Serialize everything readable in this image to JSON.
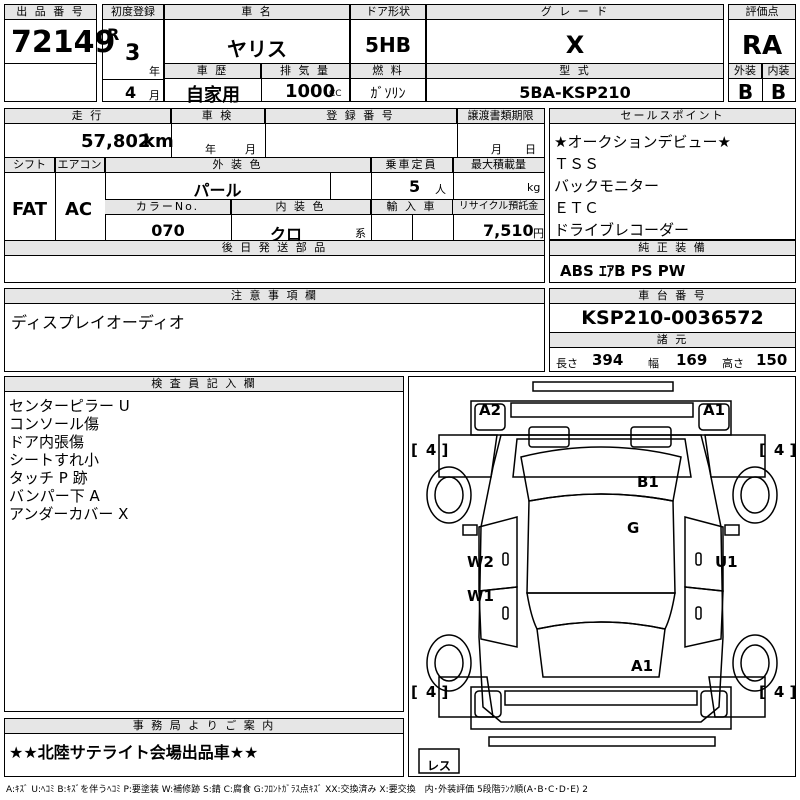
{
  "header": {
    "lot_label": "出 品 番 号",
    "lot_number": "72149",
    "first_reg_label": "初度登録",
    "era": "R",
    "year": "3",
    "year_unit": "年",
    "month": "4",
    "month_unit": "月",
    "name_label": "車 名",
    "car_name": "ヤリス",
    "history_label": "車 歴",
    "history": "自家用",
    "displacement_label": "排 気 量",
    "displacement": "1000",
    "displacement_unit": "CC",
    "door_label": "ドア形状",
    "door": "5HB",
    "fuel_label": "燃 料",
    "fuel": "ｶﾞｿﾘﾝ",
    "grade_label": "グ レ ー ド",
    "grade": "X",
    "model_label": "型 式",
    "model": "5BA-KSP210",
    "score_label": "評価点",
    "score": "RA",
    "ext_label": "外装",
    "ext": "B",
    "int_label": "内装",
    "int": "B"
  },
  "row2": {
    "mileage_label": "走 行",
    "mileage": "57,802",
    "mileage_unit": "km",
    "inspection_label": "車 検",
    "insp_year_unit": "年",
    "insp_month_unit": "月",
    "plate_label": "登 録 番 号",
    "deadline_label": "譲渡書類期限",
    "deadline_month_unit": "月",
    "deadline_day_unit": "日",
    "sales_label": "セールスポイント",
    "sales_points": [
      "★オークションデビュー★",
      "ＴＳＳ",
      "バックモニター",
      "ＥＴＣ",
      "ドライブレコーダー"
    ]
  },
  "row3": {
    "shift_label": "シフト",
    "shift": "FAT",
    "ac_label": "エアコン",
    "ac": "AC",
    "color_label": "外 装 色",
    "color": "パール",
    "capacity_label": "乗車定員",
    "capacity": "5",
    "capacity_unit": "人",
    "load_label": "最大積載量",
    "load_unit": "kg",
    "colorno_label": "カラーNo.",
    "colorno": "070",
    "intcolor_label": "内 装 色",
    "intcolor": "クロ",
    "intcolor_unit": "系",
    "import_label": "輸 入 車",
    "recycle_label": "リサイクル預託金",
    "recycle": "7,510",
    "recycle_unit": "円",
    "later_label": "後 日 発 送 部 品"
  },
  "equipment": {
    "label": "純 正 装 備",
    "items": "ABS ｴｱB PS PW"
  },
  "notes": {
    "label": "注 意 事 項 欄",
    "text": "ディスプレイオーディオ"
  },
  "chassis": {
    "label": "車 台 番 号",
    "number": "KSP210-0036572",
    "dims_label": "諸 元",
    "length_label": "長さ",
    "length": "394",
    "width_label": "幅",
    "width": "169",
    "height_label": "高さ",
    "height": "150"
  },
  "inspector": {
    "label": "検 査 員 記 入 欄",
    "lines": [
      "センターピラー U",
      "コンソール傷",
      "ドア内張傷",
      "シートすれ小",
      "タッチ P 跡",
      "バンパー下 A",
      "アンダーカバー X"
    ]
  },
  "diagram": {
    "marks": {
      "A2": "A2",
      "A1_front": "A1",
      "B1": "B1",
      "G": "G",
      "W2": "W2",
      "U1": "U1",
      "W1": "W1",
      "A1_rear": "A1"
    },
    "tire_fl": "4",
    "tire_fr": "4",
    "tire_rl": "4",
    "tire_rr": "4",
    "spare": "レス"
  },
  "office": {
    "label": "事 務 局 よ り ご 案 内",
    "text": "★★北陸サテライト会場出品車★★"
  },
  "legend": "A:ｷｽﾞ U:ﾍｺﾐ B:ｷｽﾞを伴うﾍｺﾐ P:要塗装 W:補修跡 S:錆 C:腐食 G:ﾌﾛﾝﾄｶﾞﾗｽ点ｷｽﾞ XX:交換済み X:要交換　内･外装評価 5段階ﾗﾝｸ順(A･B･C･D･E) 2"
}
